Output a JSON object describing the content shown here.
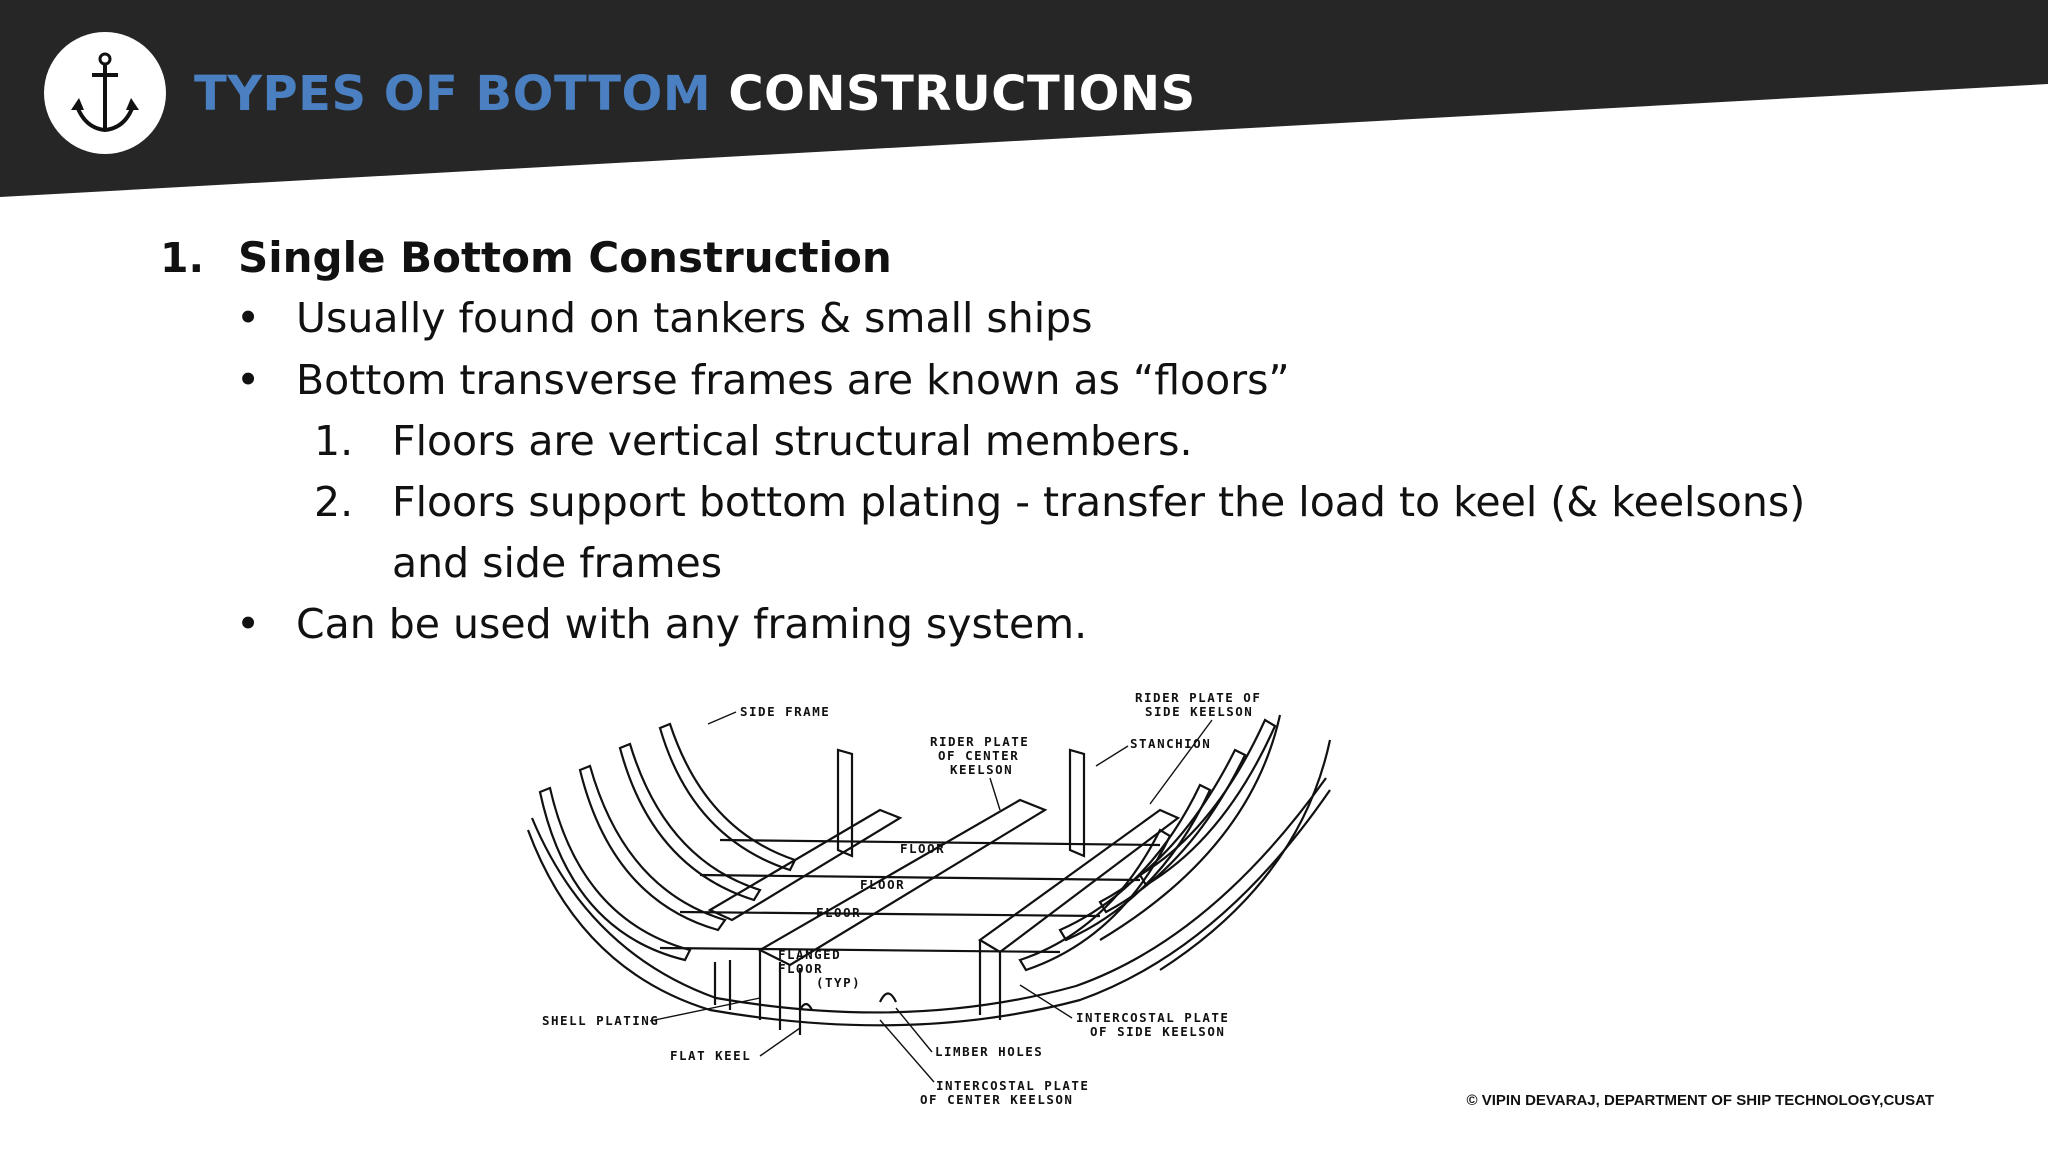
{
  "header": {
    "title_part1": "TYPES OF BOTTOM",
    "title_part2": "CONSTRUCTIONS",
    "logo_icon": "anchor-icon",
    "band_color": "#262626",
    "accent_color": "#4a7fc1"
  },
  "content": {
    "heading_number": "1.",
    "heading": "Single Bottom Construction",
    "bullet_marker": "•",
    "bullet1": "Usually found on tankers & small ships",
    "bullet2": "Bottom transverse frames are known as “floors”",
    "sub1_number": "1.",
    "sub1": "Floors are vertical structural members.",
    "sub2_number": "2.",
    "sub2_line1": "Floors support bottom plating - transfer the load to keel (& keelsons)",
    "sub2_line2": "and side frames",
    "bullet3": "Can be used with any framing system."
  },
  "diagram": {
    "labels": {
      "side_frame": "SIDE FRAME",
      "rider_center_1": "RIDER PLATE",
      "rider_center_2": "OF CENTER",
      "rider_center_3": "KEELSON",
      "rider_side_1": "RIDER PLATE OF",
      "rider_side_2": "SIDE KEELSON",
      "stanchion": "STANCHION",
      "floor_a": "FLOOR",
      "floor_b": "FLOOR",
      "floor_c": "FLOOR",
      "flanged_1": "FLANGED",
      "flanged_2": "FLOOR",
      "flanged_3": "(TYP)",
      "shell_plating": "SHELL PLATING",
      "flat_keel": "FLAT KEEL",
      "limber_holes": "LIMBER HOLES",
      "intercostal_side_1": "INTERCOSTAL  PLATE",
      "intercostal_side_2": "OF SIDE KEELSON",
      "intercostal_center_1": "INTERCOSTAL PLATE",
      "intercostal_center_2": "OF CENTER KEELSON"
    }
  },
  "footer": {
    "credit": "© VIPIN DEVARAJ, DEPARTMENT OF SHIP TECHNOLOGY,CUSAT"
  }
}
